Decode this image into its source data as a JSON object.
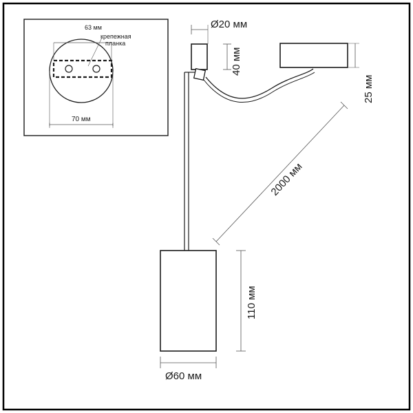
{
  "inset": {
    "plate_width_label": "63 мм",
    "bracket_label_line1": "крепежная",
    "bracket_label_line2": "планка",
    "base_diameter_label": "70 мм"
  },
  "dimensions": {
    "mount_diameter": "Ø20 мм",
    "mount_height": "40 мм",
    "canopy_height": "25 мм",
    "cable_length": "2000 мм",
    "shade_height": "110 мм",
    "shade_diameter": "Ø60 мм"
  },
  "colors": {
    "outer_border": "#000000",
    "line": "#1a1a1a",
    "dim_line": "#555555",
    "fill": "#ffffff"
  }
}
